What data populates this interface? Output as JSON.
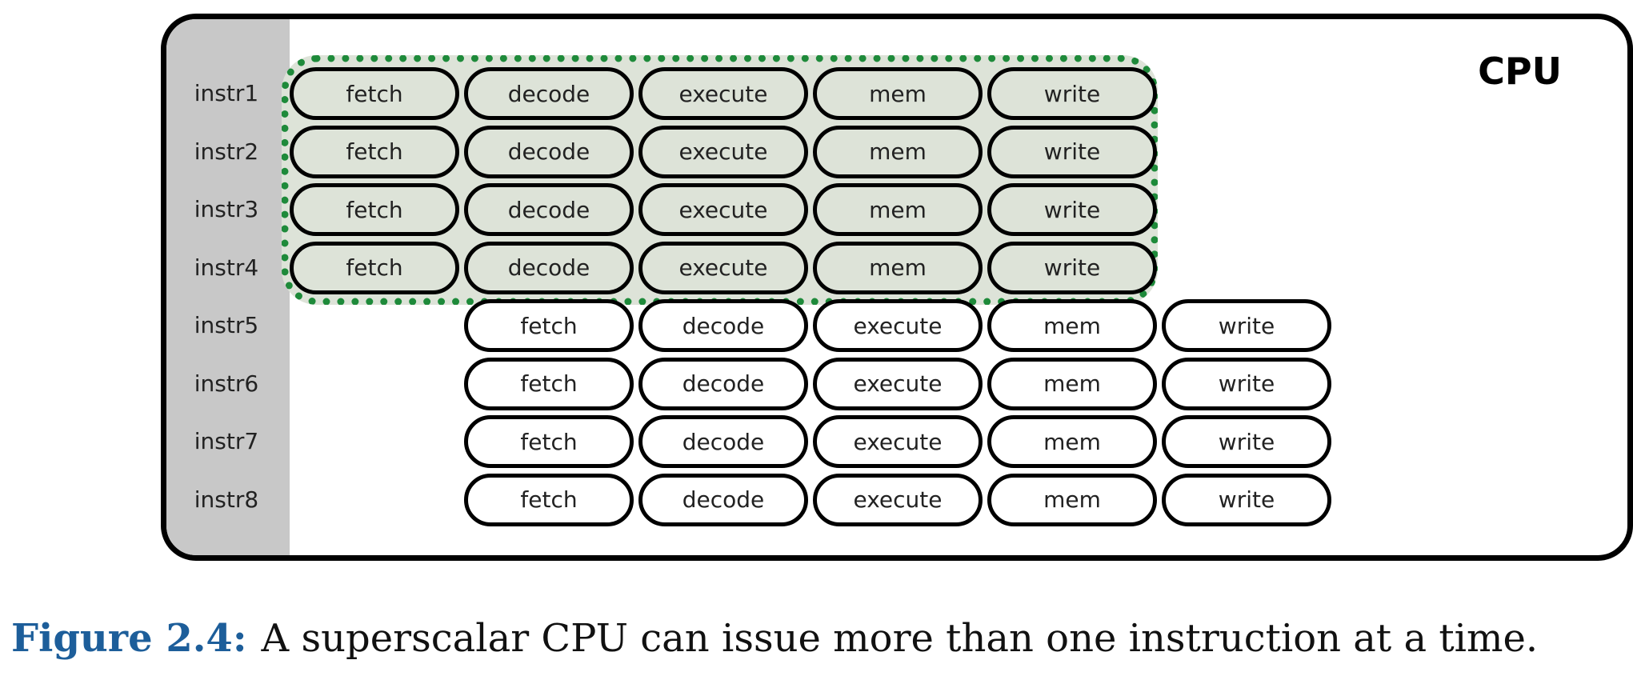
{
  "cpu_label": "CPU",
  "instructions": [
    {
      "label": "instr1",
      "start_slot": 0,
      "grouped": true,
      "stages": [
        "fetch",
        "decode",
        "execute",
        "mem",
        "write"
      ]
    },
    {
      "label": "instr2",
      "start_slot": 0,
      "grouped": true,
      "stages": [
        "fetch",
        "decode",
        "execute",
        "mem",
        "write"
      ]
    },
    {
      "label": "instr3",
      "start_slot": 0,
      "grouped": true,
      "stages": [
        "fetch",
        "decode",
        "execute",
        "mem",
        "write"
      ]
    },
    {
      "label": "instr4",
      "start_slot": 0,
      "grouped": true,
      "stages": [
        "fetch",
        "decode",
        "execute",
        "mem",
        "write"
      ]
    },
    {
      "label": "instr5",
      "start_slot": 1,
      "grouped": false,
      "stages": [
        "fetch",
        "decode",
        "execute",
        "mem",
        "write"
      ]
    },
    {
      "label": "instr6",
      "start_slot": 1,
      "grouped": false,
      "stages": [
        "fetch",
        "decode",
        "execute",
        "mem",
        "write"
      ]
    },
    {
      "label": "instr7",
      "start_slot": 1,
      "grouped": false,
      "stages": [
        "fetch",
        "decode",
        "execute",
        "mem",
        "write"
      ]
    },
    {
      "label": "instr8",
      "start_slot": 1,
      "grouped": false,
      "stages": [
        "fetch",
        "decode",
        "execute",
        "mem",
        "write"
      ]
    }
  ],
  "colors": {
    "group_border": "#1e8a3a",
    "group_fill": "#dde3d8",
    "label_column": "#c8c8c8",
    "caption_label": "#1d5e9a"
  },
  "caption": {
    "label": "Figure 2.4:",
    "text": "A superscalar CPU can issue more than one instruction at a time."
  }
}
